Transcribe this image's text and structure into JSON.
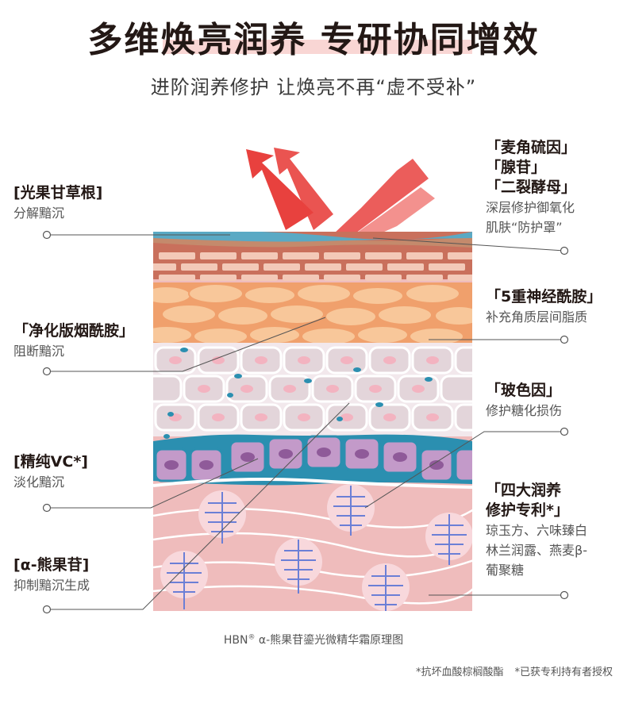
{
  "title": "多维焕亮润养 专研协同增效",
  "subtitle": "进阶润养修护  让焕亮不再“虚不受补”",
  "left_labels": [
    {
      "heading": "[光果甘草根]",
      "desc": "分解黯沉"
    },
    {
      "heading": "「净化版烟酰胺」",
      "desc": "阻断黯沉"
    },
    {
      "heading": "[精纯VC*]",
      "desc": "淡化黯沉"
    },
    {
      "heading": "[α-熊果苷]",
      "desc": "抑制黯沉生成"
    }
  ],
  "right_labels": [
    {
      "heading_lines": [
        "「麦角硫因」",
        "「腺苷」",
        "「二裂酵母」"
      ],
      "desc_lines": [
        "深层修护御氧化",
        "肌肤“防护罩”"
      ]
    },
    {
      "heading_lines": [
        "「5重神经酰胺」"
      ],
      "desc_lines": [
        "补充角质层间脂质"
      ]
    },
    {
      "heading_lines": [
        "「玻色因」"
      ],
      "desc_lines": [
        "修护糖化损伤"
      ]
    },
    {
      "heading_lines": [
        "「四大润养",
        "修护专利*」"
      ],
      "desc_lines": [
        "琼玉方、六味臻白",
        "林兰润露、燕麦β-",
        "葡聚糖"
      ]
    }
  ],
  "caption": {
    "brand": "HBN",
    "mark": "®",
    "text": " α-熊果苷鎏光微精华霜原理图"
  },
  "footnotes": [
    "*抗坏血酸棕榈酸酯",
    "*已获专利持有者授权"
  ],
  "colors": {
    "accent_red": "#e8413e",
    "title_highlight": "#f9d6d4",
    "dermis": "#efbcbc",
    "epidermis_top": "#5aa9c4",
    "melanin": "#2b8fb0",
    "fiber": "#6b7fd6"
  }
}
